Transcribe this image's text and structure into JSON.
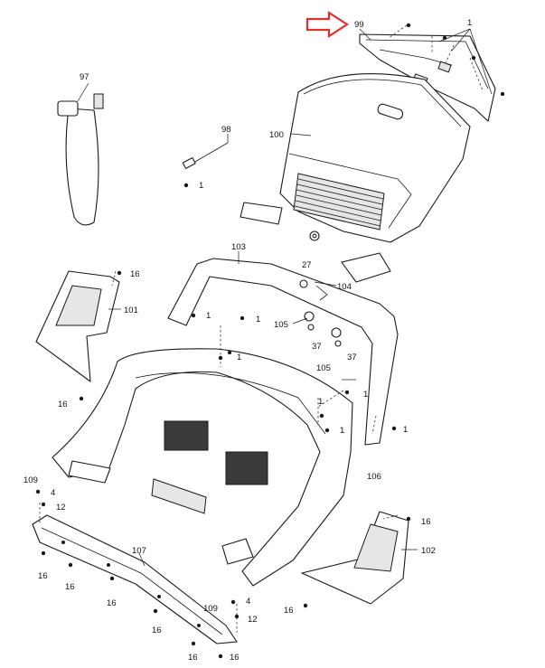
{
  "highlight": {
    "color": "#e03030",
    "icon": "arrow-right-icon"
  },
  "callouts": {
    "c99": "99",
    "c1a": "1",
    "c97": "97",
    "c98": "98",
    "c1b": "1",
    "c100": "100",
    "c103": "103",
    "c27": "27",
    "c104": "104",
    "c16a": "16",
    "c101": "101",
    "c1c": "1",
    "c1d": "1",
    "c105a": "105",
    "c37a": "37",
    "c1e": "1",
    "c105b": "105",
    "c37b": "37",
    "c16b": "16",
    "c1f": "1",
    "c1g": "1",
    "c1h": "1",
    "c1i": "1",
    "c106": "106",
    "c109a": "109",
    "c4a": "4",
    "c12a": "12",
    "c16c": "16",
    "c102": "102",
    "c107": "107",
    "c16d": "16",
    "c16e": "16",
    "c16f": "16",
    "c109b": "109",
    "c4b": "4",
    "c12b": "12",
    "c16g": "16",
    "c16h": "16",
    "c16i": "16",
    "c16j": "16"
  }
}
